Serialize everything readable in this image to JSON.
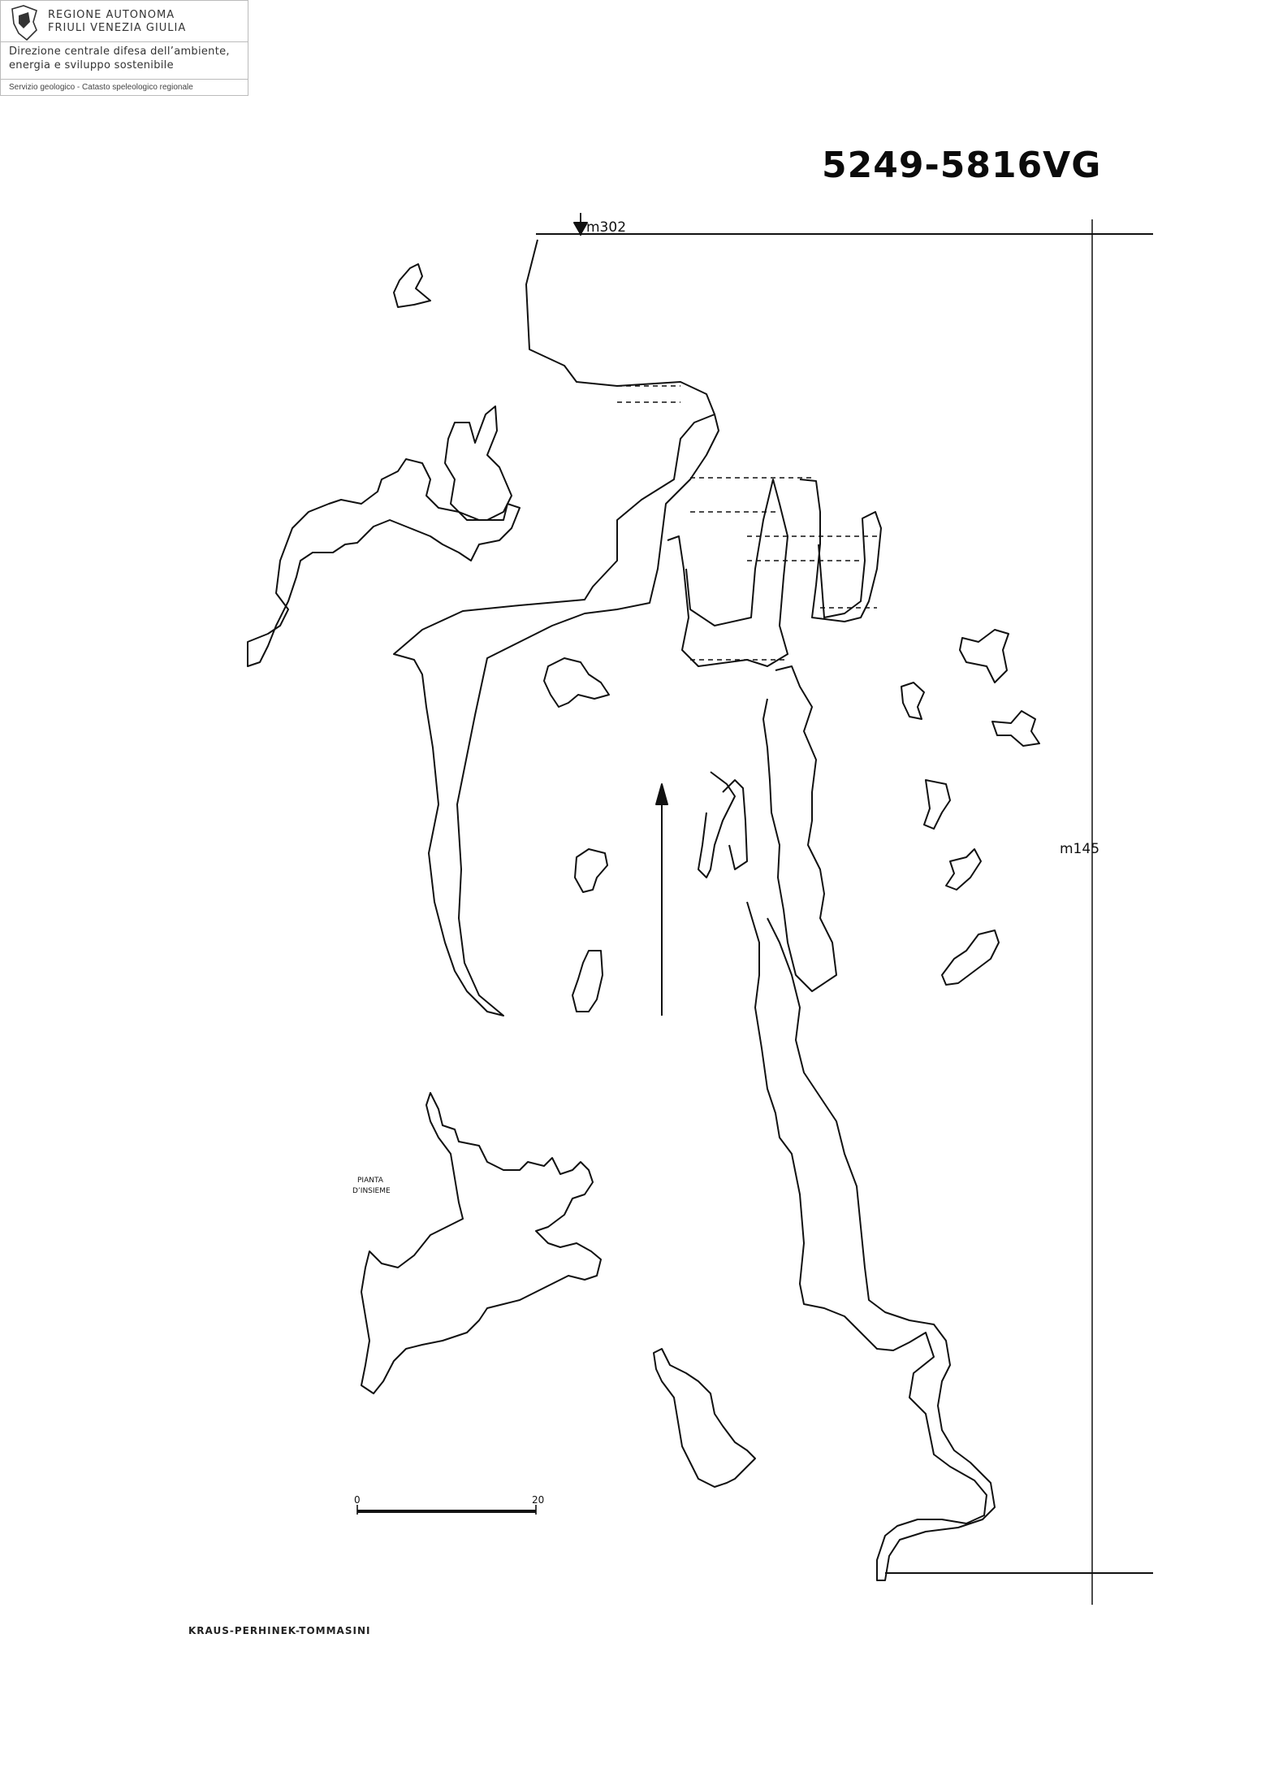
{
  "header": {
    "region_line1": "REGIONE AUTONOMA",
    "region_line2": "FRIULI VENEZIA GIULIA",
    "directorate_line1": "Direzione centrale difesa dell’ambiente,",
    "directorate_line2": "energia e sviluppo sostenibile",
    "service": "Servizio geologico - Catasto speleologico regionale"
  },
  "map": {
    "cave_id": "5249-5816VG",
    "entrance_depth": "m302",
    "vertical_extent": "m145",
    "overview_label_line1": "PIANTA",
    "overview_label_line2": "D’INSIEME",
    "scale_start": "0",
    "scale_end": "20",
    "authors": "KRAUS-PERHINEK-TOMMASINI"
  },
  "colors": {
    "ink": "#111111",
    "paper": "#ffffff"
  },
  "icons": [
    "region-logo-icon",
    "north-arrow-icon",
    "entrance-marker-icon"
  ]
}
